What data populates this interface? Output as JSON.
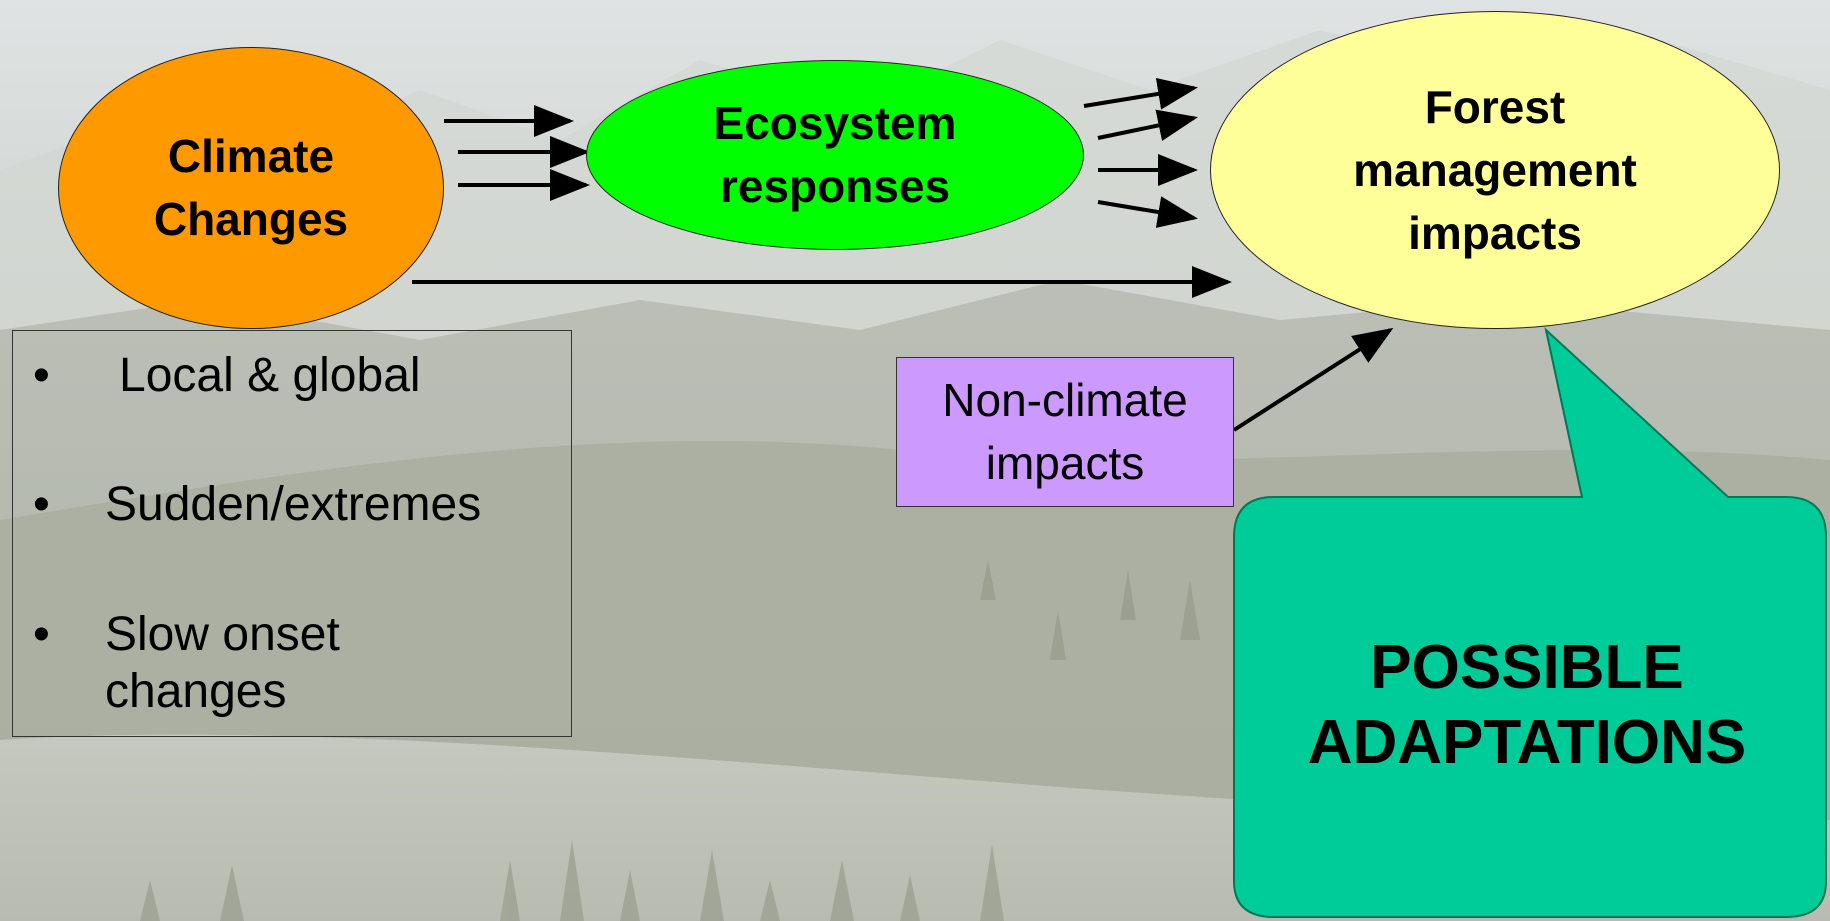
{
  "diagram": {
    "nodes": {
      "climate": {
        "lines": [
          "Climate",
          "Changes"
        ],
        "color": "#ff9900"
      },
      "ecosystem": {
        "lines": [
          "Ecosystem",
          "responses"
        ],
        "color": "#00ff00"
      },
      "forest": {
        "lines": [
          "Forest",
          "management",
          "impacts"
        ],
        "color": "#ffff99"
      },
      "nonclimate": {
        "lines": [
          "Non-climate",
          "impacts"
        ],
        "color": "#cc99ff"
      }
    },
    "climate_factors": [
      {
        "bullet": "•",
        "text": "Local & global"
      },
      {
        "bullet": "•",
        "text": "Sudden/extremes"
      },
      {
        "bullet": "•",
        "text": "Slow onset changes"
      }
    ],
    "callout": {
      "lines": [
        "POSSIBLE",
        "ADAPTATIONS"
      ],
      "color": "#00cc99"
    },
    "edges": [
      {
        "from": "Climate Changes",
        "to": "Ecosystem responses",
        "count": 3
      },
      {
        "from": "Ecosystem responses",
        "to": "Forest management impacts",
        "count": 4
      },
      {
        "from": "Climate Changes",
        "to": "Forest management impacts",
        "count": 1
      },
      {
        "from": "Non-climate impacts",
        "to": "Forest management impacts",
        "count": 1
      }
    ]
  }
}
